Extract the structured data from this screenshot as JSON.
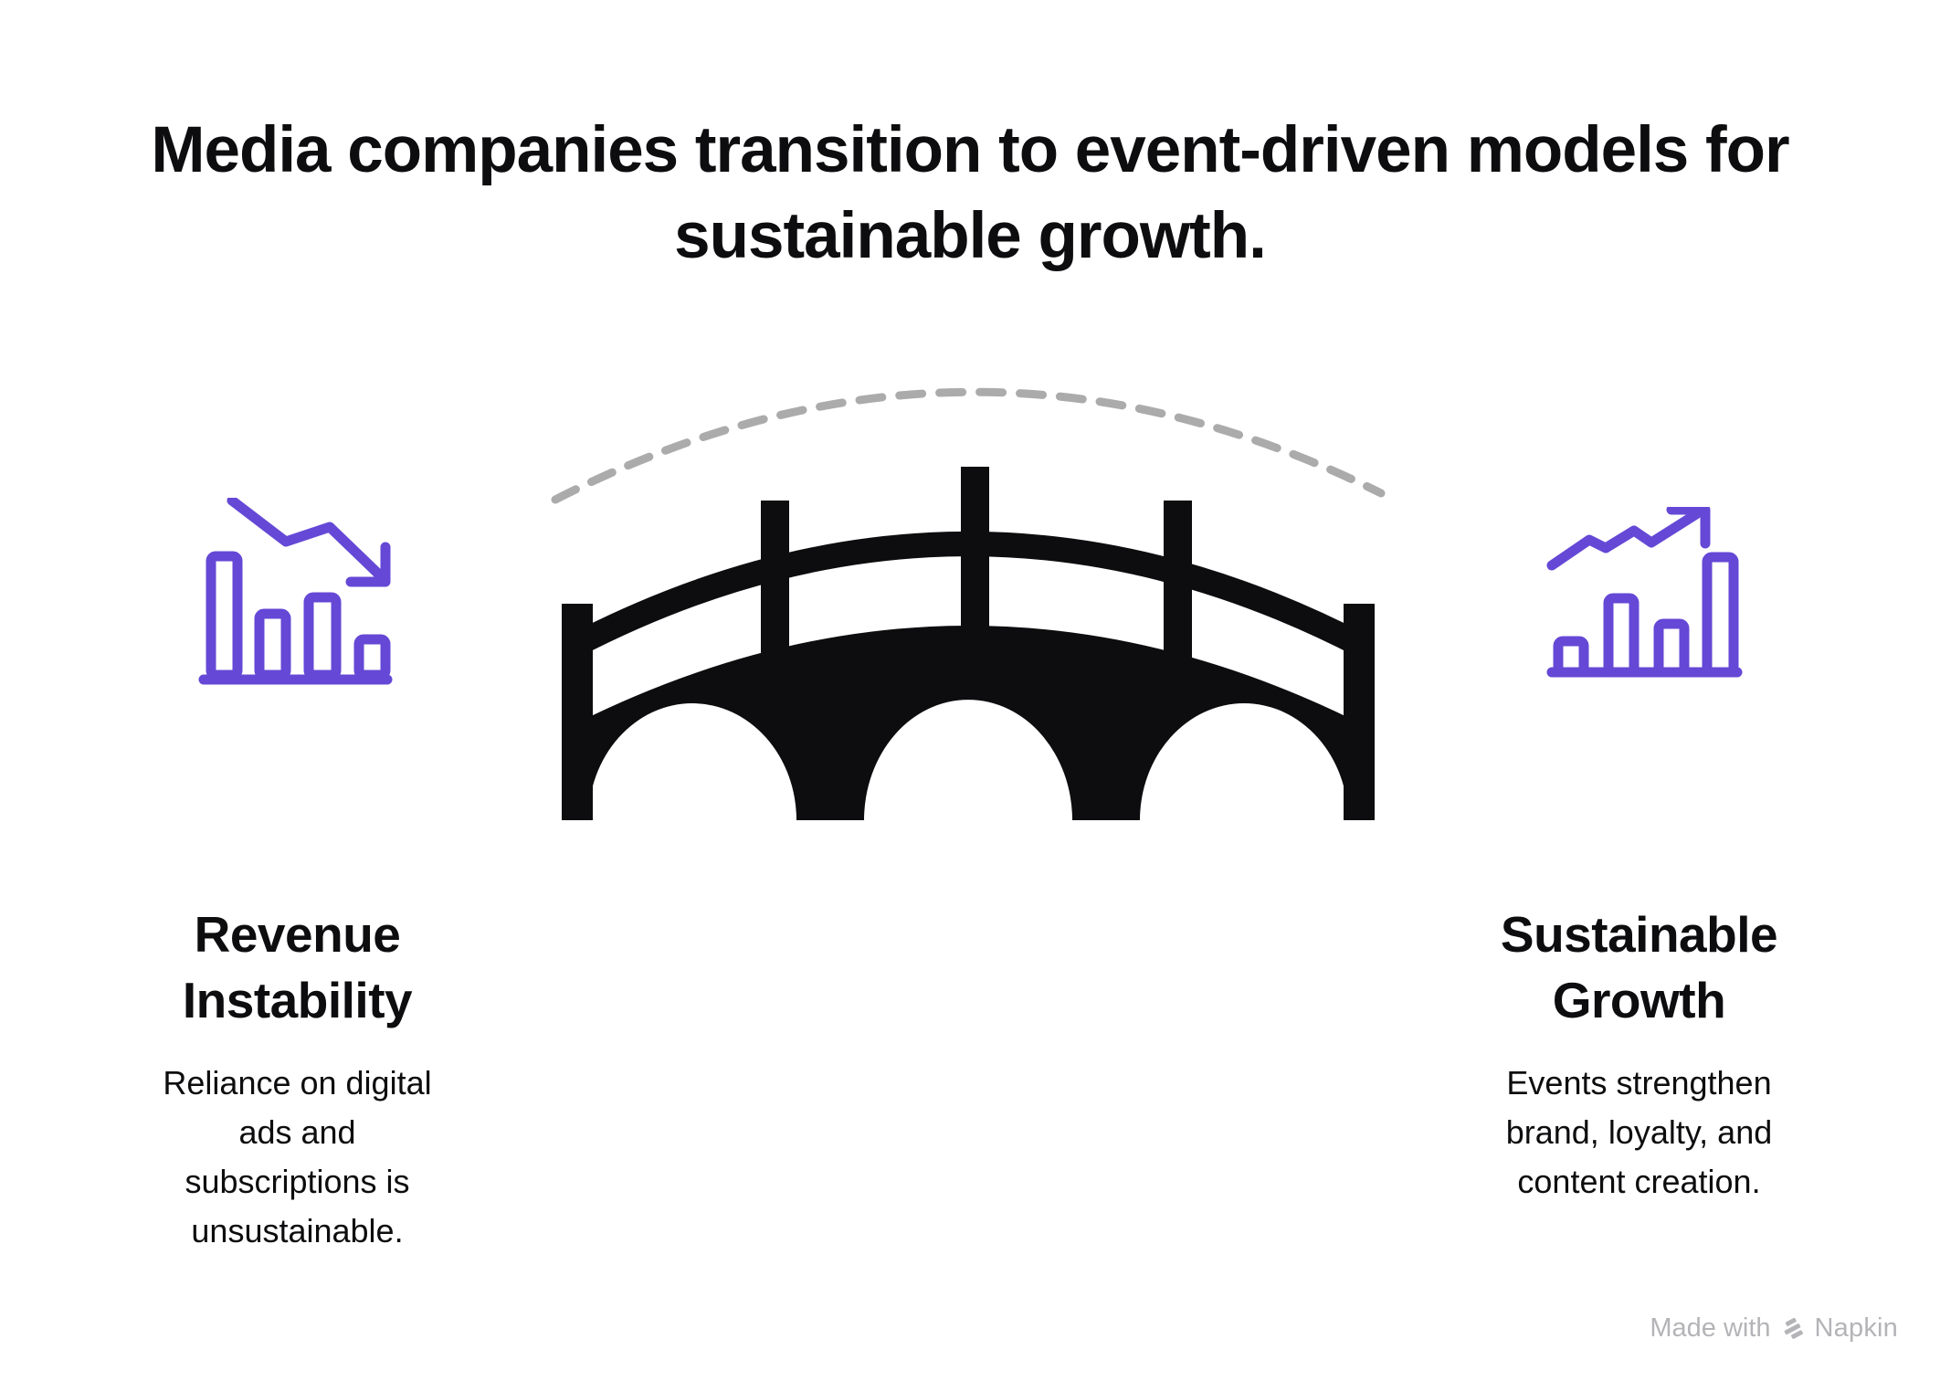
{
  "title": {
    "lines": [
      "Media companies transition to event-driven models for",
      "sustainable growth."
    ]
  },
  "center": {
    "icon": "arch-bridge",
    "overlay": "dashed-arc"
  },
  "left_section": {
    "icon": "declining-bar-chart",
    "heading_lines": [
      "Revenue",
      "Instability"
    ],
    "body_lines": [
      "Reliance on digital",
      "ads and",
      "subscriptions is",
      "unsustainable."
    ]
  },
  "right_section": {
    "icon": "rising-bar-chart",
    "heading_lines": [
      "Sustainable",
      "Growth"
    ],
    "body_lines": [
      "Events strengthen",
      "brand, loyalty, and",
      "content creation."
    ]
  },
  "watermark": {
    "prefix": "Made with",
    "brand": "Napkin",
    "logo": "napkin-logo"
  },
  "colors": {
    "accent_purple": "#6548D6",
    "bridge_black": "#0D0D0F",
    "dashed_arc_gray": "#ABABAB",
    "text": "#0D0D0F",
    "watermark_gray": "#B4B4B8"
  }
}
